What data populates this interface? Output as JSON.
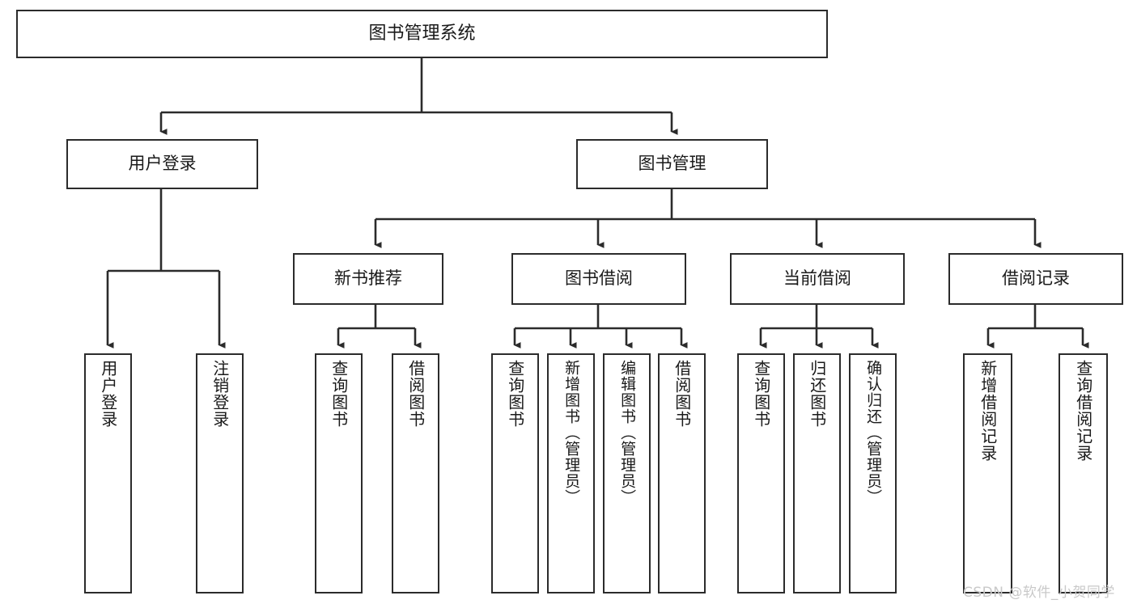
{
  "diagram": {
    "type": "hierarchy-tree",
    "title": "图书管理系统",
    "background_color": "#ffffff",
    "stroke_color": "#2b2b2b",
    "text_color": "#1a1a1a",
    "root": {
      "label": "图书管理系统"
    },
    "level2": [
      {
        "label": "用户登录"
      },
      {
        "label": "图书管理"
      }
    ],
    "level3": [
      {
        "label": "新书推荐"
      },
      {
        "label": "图书借阅"
      },
      {
        "label": "当前借阅"
      },
      {
        "label": "借阅记录"
      }
    ],
    "leaves": {
      "user_login": [
        {
          "label": "用户登录"
        },
        {
          "label": "注销登录"
        }
      ],
      "new_book_recommend": [
        {
          "label": "查询图书"
        },
        {
          "label": "借阅图书"
        }
      ],
      "book_borrow": [
        {
          "label": "查询图书"
        },
        {
          "label": "新增图书（管理员）"
        },
        {
          "label": "编辑图书（管理员）"
        },
        {
          "label": "借阅图书"
        }
      ],
      "current_borrow": [
        {
          "label": "查询图书"
        },
        {
          "label": "归还图书"
        },
        {
          "label": "确认归还（管理员）"
        }
      ],
      "borrow_record": [
        {
          "label": "新增借阅记录"
        },
        {
          "label": "查询借阅记录"
        }
      ]
    }
  },
  "watermark": {
    "text": "CSDN @软件_小贺同学",
    "color": "#c9c9c9"
  }
}
